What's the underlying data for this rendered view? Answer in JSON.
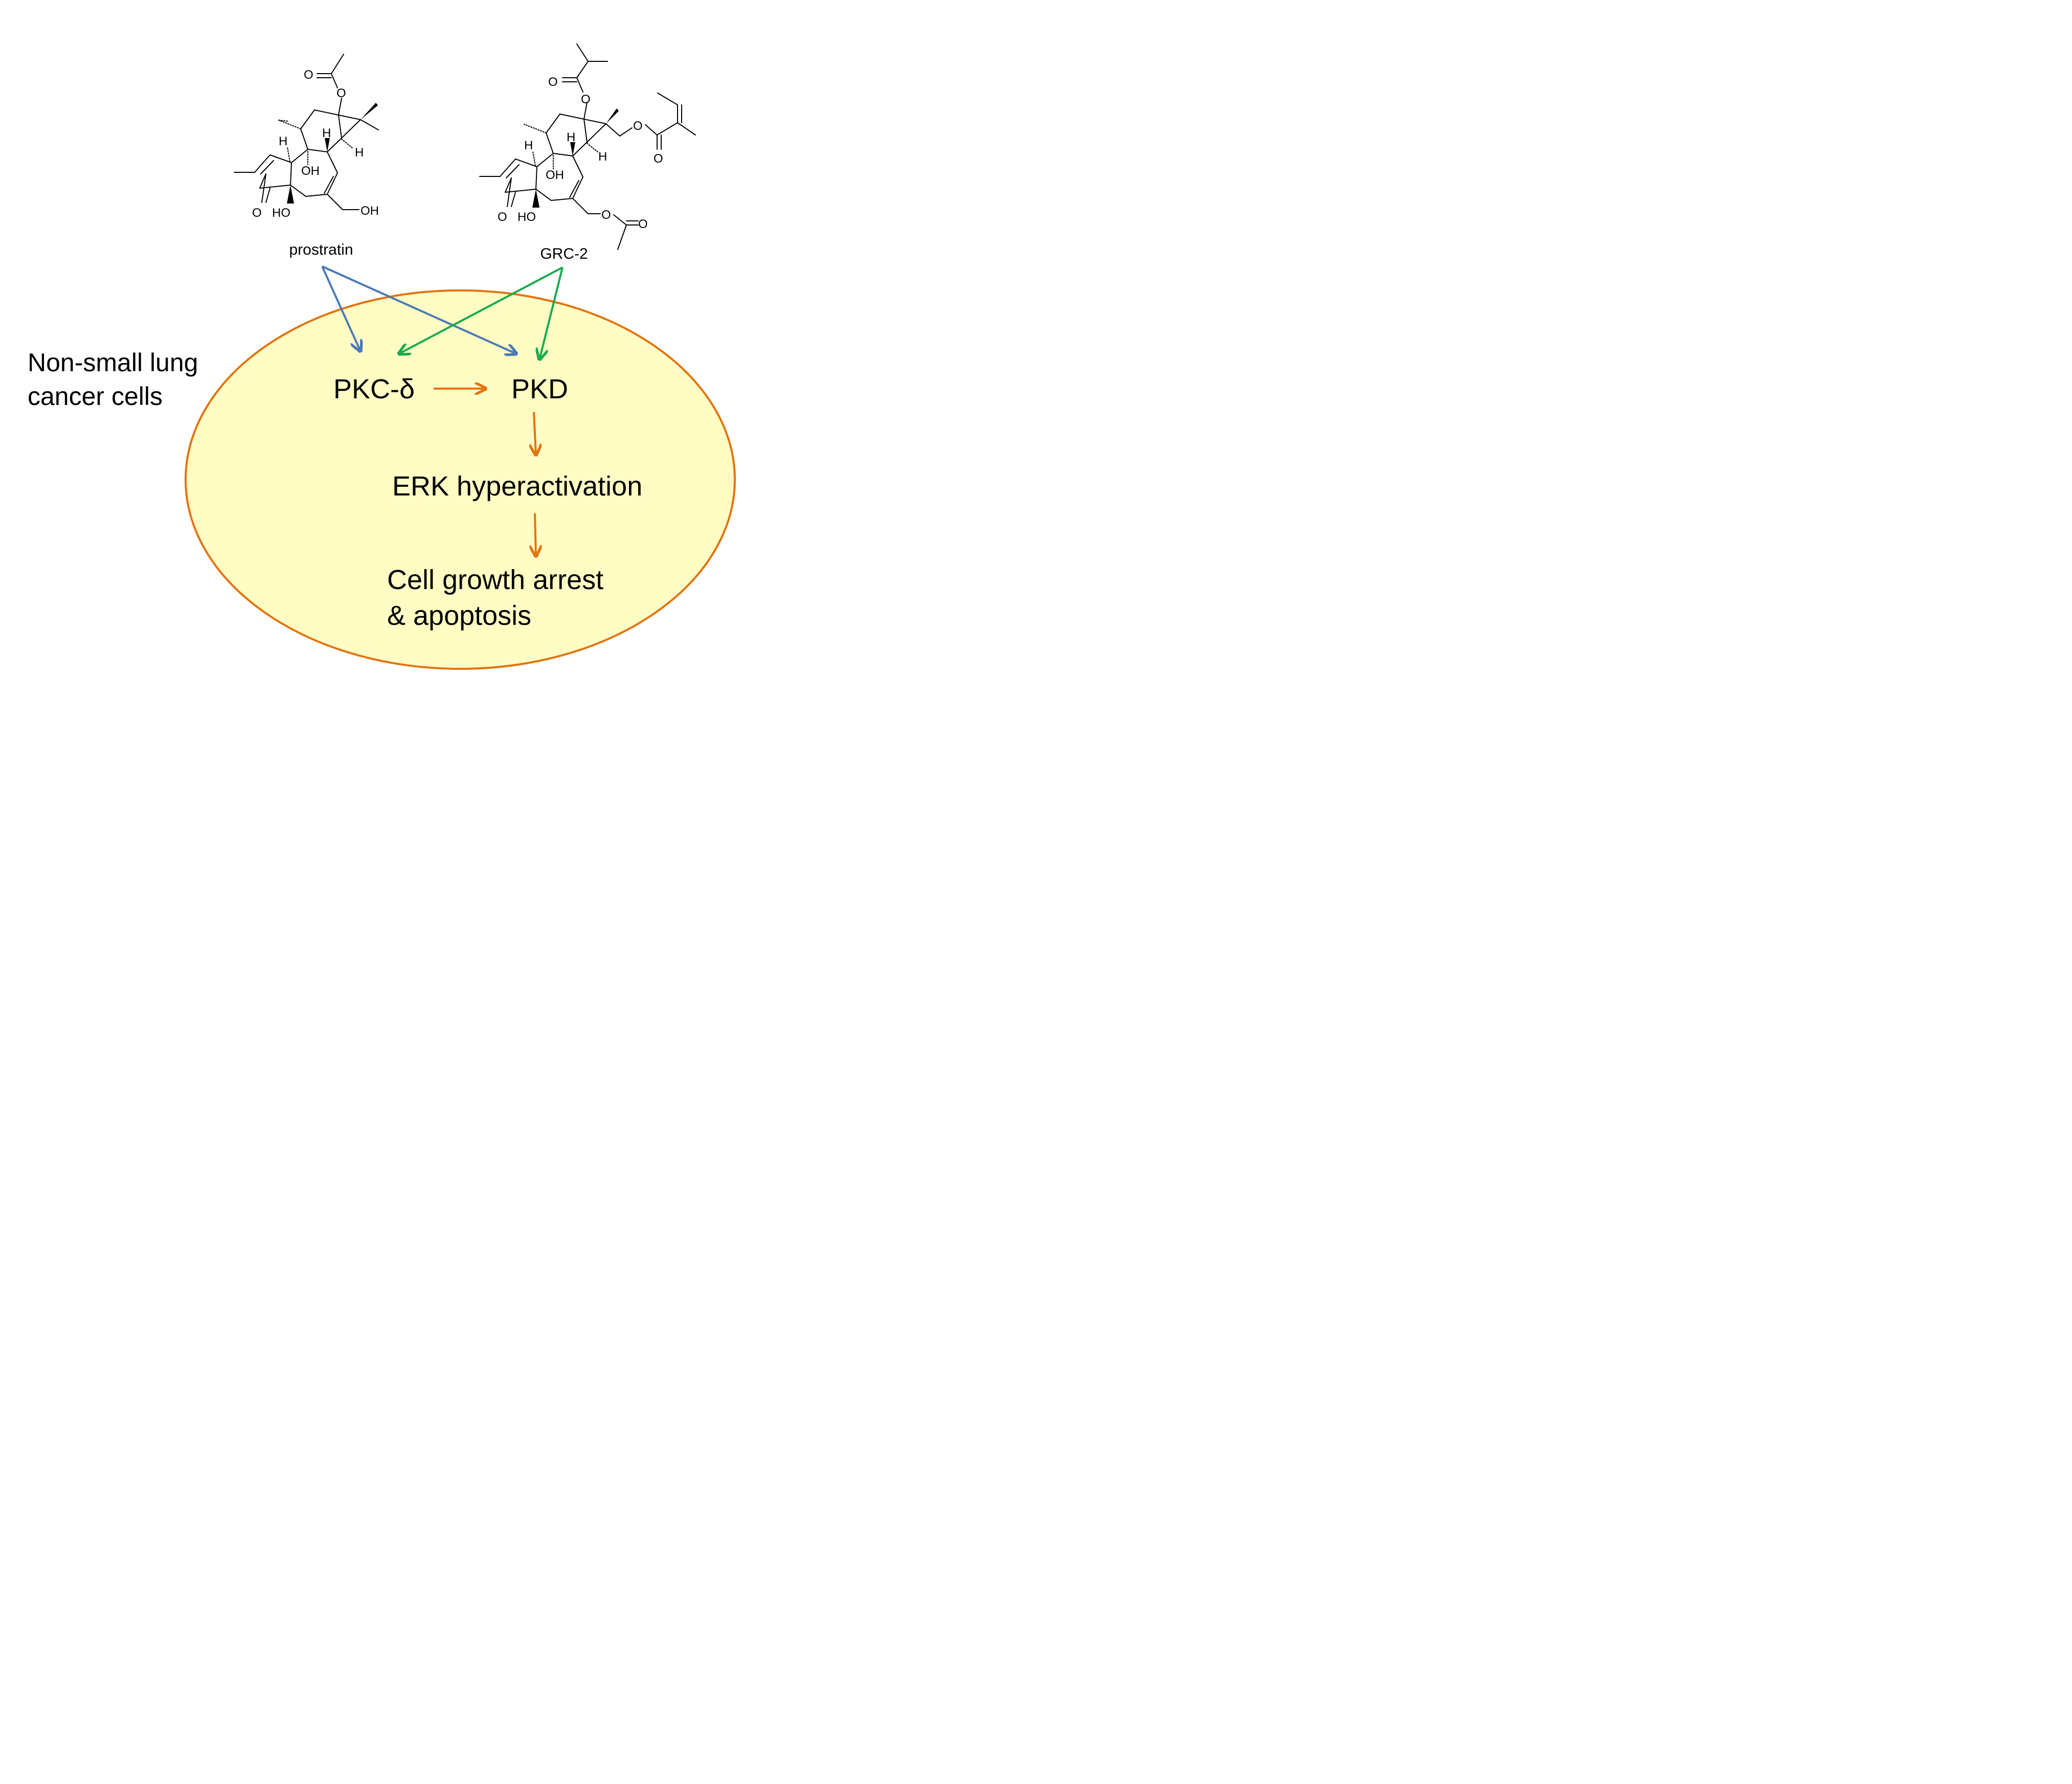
{
  "compounds": [
    {
      "name": "prostratin"
    },
    {
      "name": "GRC-2"
    }
  ],
  "cell_label": [
    "Non-small lung",
    "cancer cells"
  ],
  "nodes": {
    "pkc": "PKC-δ",
    "pkd": "PKD",
    "erk": "ERK hyperactivation",
    "outcome": [
      "Cell growth arrest",
      "& apoptosis"
    ]
  },
  "atoms": {
    "o": "O",
    "oh": "OH",
    "ho": "HO",
    "h": "H"
  },
  "colors": {
    "cell_fill": "#fffcc4",
    "cell_stroke": "#e2740f",
    "prostratin_arrows": "#4a7ab8",
    "grc2_arrows": "#1aaa4e",
    "pathway_arrows": "#e2740f"
  }
}
